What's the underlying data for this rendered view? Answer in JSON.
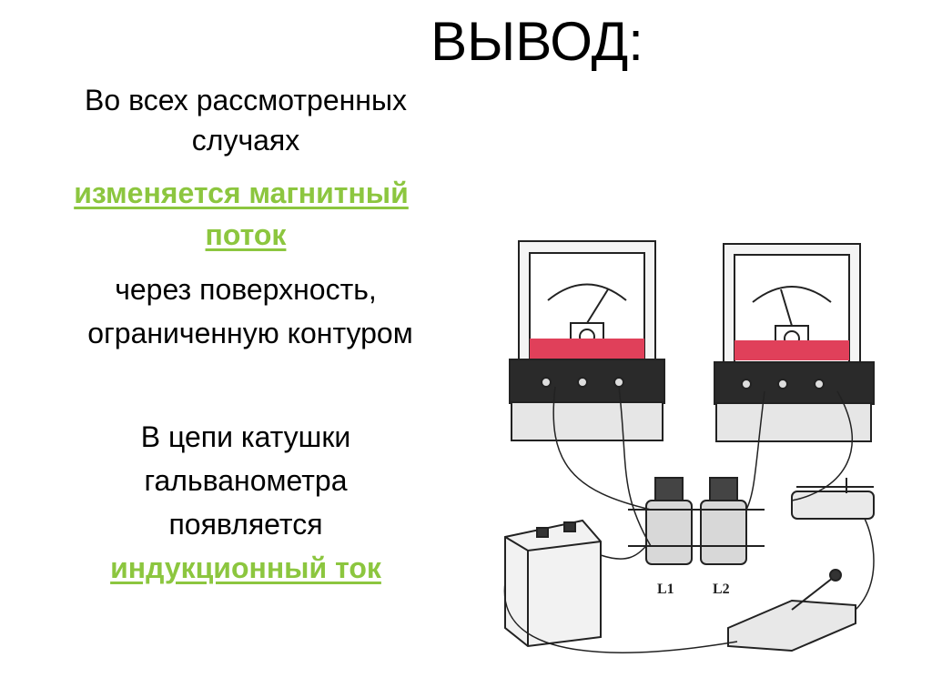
{
  "slide": {
    "title": "ВЫВОД:",
    "para1_line1": "Во всех рассмотренных",
    "para1_line2": "случаях",
    "para1_highlight_line1": " изменяется магнитный",
    "para1_highlight_line2": "поток",
    "para1_line3": "через поверхность,",
    "para1_line4": "ограниченную контуром",
    "para2_line1": "В цепи катушки",
    "para2_line2": "гальванометра",
    "para2_line3": "появляется",
    "para2_highlight": "индукционный ток"
  },
  "illustration": {
    "coil_label_1": "L1",
    "coil_label_2": "L2"
  },
  "colors": {
    "accent": "#8cc63f",
    "meter_red": "#e0405a"
  }
}
